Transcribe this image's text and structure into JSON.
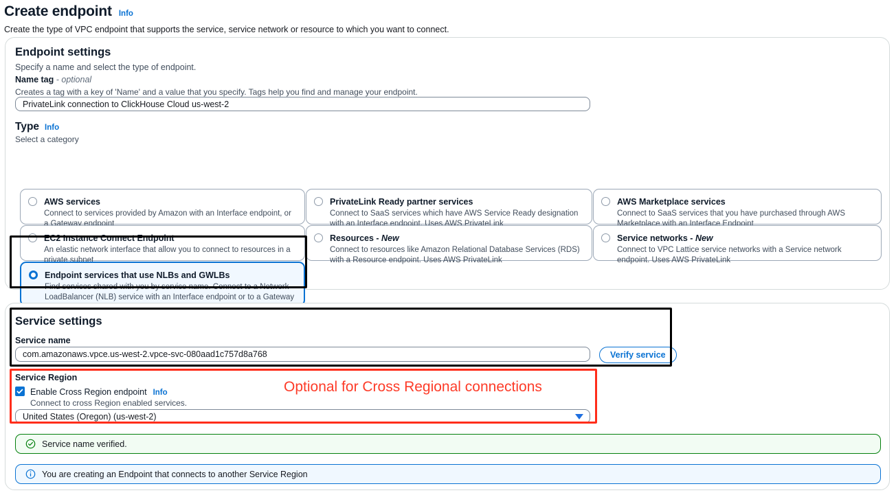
{
  "header": {
    "title": "Create endpoint",
    "info_label": "Info",
    "description": "Create the type of VPC endpoint that supports the service, service network or resource to which you want to connect."
  },
  "endpoint_settings": {
    "title": "Endpoint settings",
    "subtitle": "Specify a name and select the type of endpoint.",
    "name_tag": {
      "label": "Name tag",
      "optional_suffix": "- optional",
      "hint": "Creates a tag with a key of 'Name' and a value that you specify. Tags help you find and manage your endpoint.",
      "value": "PrivateLink connection to ClickHouse Cloud us-west-2"
    },
    "type": {
      "label": "Type",
      "info_label": "Info",
      "sub": "Select a category",
      "options": [
        {
          "title": "AWS services",
          "title_new": "",
          "desc": "Connect to services provided by Amazon with an Interface endpoint, or a Gateway endpoint",
          "selected": false
        },
        {
          "title": "PrivateLink Ready partner services",
          "title_new": "",
          "desc": "Connect to SaaS services which have AWS Service Ready designation with an Interface endpoint. Uses AWS PrivateLink",
          "selected": false
        },
        {
          "title": "AWS Marketplace services",
          "title_new": "",
          "desc": "Connect to SaaS services that you have purchased through AWS Marketplace with an Interface Endpoint",
          "selected": false
        },
        {
          "title": "EC2 Instance Connect Endpoint",
          "title_new": "",
          "desc": "An elastic network interface that allow you to connect to resources in a private subnet",
          "selected": false
        },
        {
          "title": "Resources - ",
          "title_new": "New",
          "desc": "Connect to resources like Amazon Relational Database Services (RDS) with a Resource endpoint. Uses AWS PrivateLink",
          "selected": false
        },
        {
          "title": "Service networks - ",
          "title_new": "New",
          "desc": "Connect to VPC Lattice service networks with a Service network endpoint. Uses AWS PrivateLink",
          "selected": false
        },
        {
          "title": "Endpoint services that use NLBs and GWLBs",
          "title_new": "",
          "desc": "Find services shared with you by service name. Connect to a Network LoadBalancer (NLB) service with an Interface endpoint or to a Gateway LoadBalancer (GWLB) service with a Gateway Load Balancer endpoint",
          "selected": true
        }
      ]
    }
  },
  "service_settings": {
    "title": "Service settings",
    "service_name": {
      "label": "Service name",
      "value": "com.amazonaws.vpce.us-west-2.vpce-svc-080aad1c757d8a768"
    },
    "verify_button": "Verify service",
    "service_region": {
      "label": "Service Region",
      "checkbox_label": "Enable Cross Region endpoint",
      "checkbox_info": "Info",
      "checkbox_checked": true,
      "checkbox_hint": "Connect to cross Region enabled services.",
      "selected_region": "United States (Oregon) (us-west-2)"
    },
    "alerts": [
      {
        "type": "success",
        "icon": "check-circle-icon",
        "text": "Service name verified."
      },
      {
        "type": "info",
        "icon": "info-circle-icon",
        "text": "You are creating an Endpoint that connects to another Service Region"
      }
    ]
  },
  "annotations": {
    "red_label": "Optional for Cross Regional connections",
    "red_color": "#ff2d1a",
    "black_color": "#000000"
  },
  "colors": {
    "accent_blue": "#0972d3",
    "success_green": "#037f0c",
    "border_gray": "#d5dbdb"
  }
}
